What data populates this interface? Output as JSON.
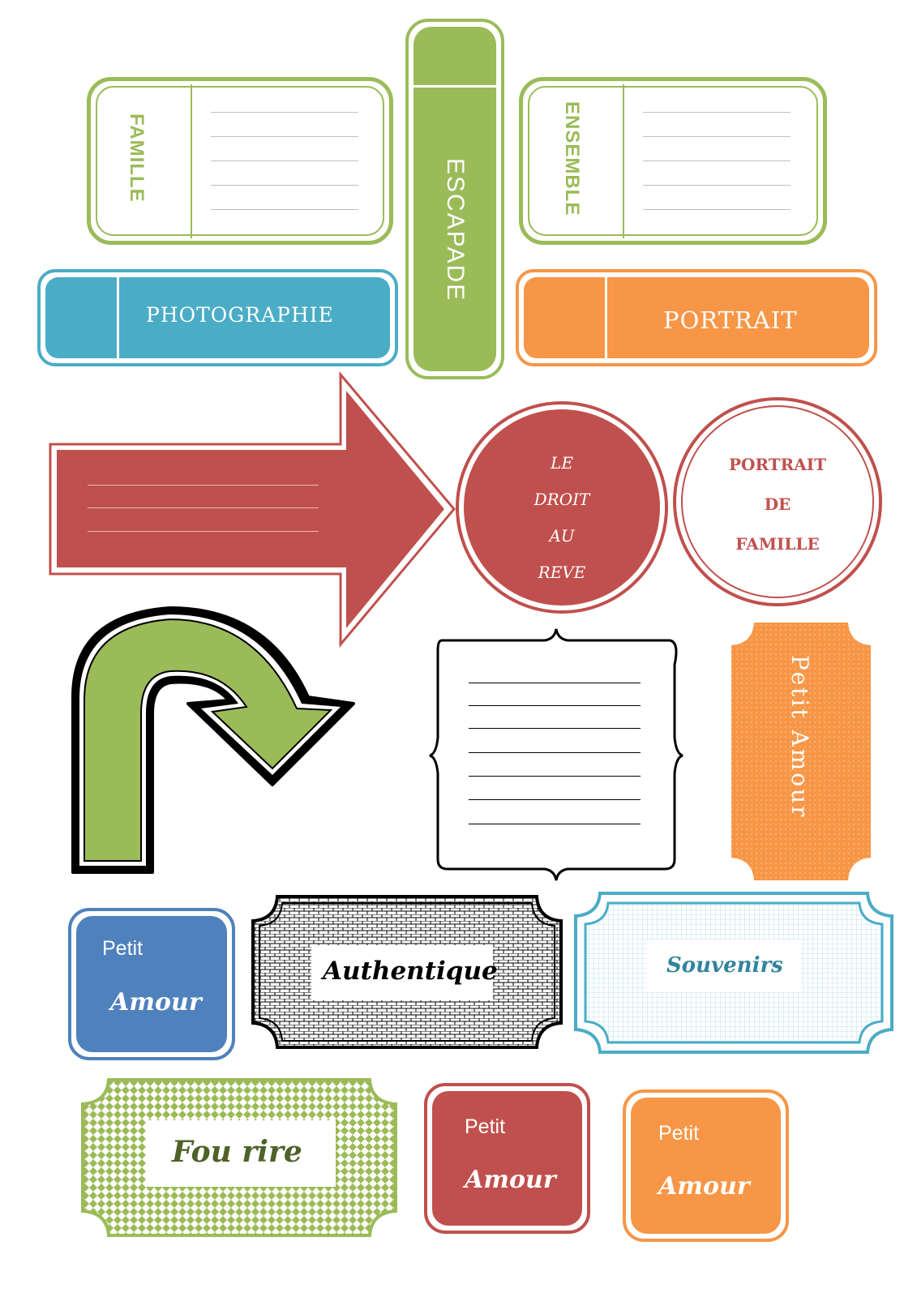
{
  "labels": {
    "famille_tag": "FAMILLE",
    "escapade_tag": "ESCAPADE",
    "ensemble_tag": "ENSEMBLE",
    "photographie_tag": "PHOTOGRAPHIE",
    "portrait_tag": "PORTRAIT",
    "reve_circle": [
      "LE",
      "DROIT",
      "AU",
      "REVE"
    ],
    "portrait_famille_circle": [
      "PORTRAIT",
      "DE",
      "FAMILLE"
    ],
    "petit_amour_vertical": "Petit Amour",
    "blue_small_line1": "Petit",
    "blue_small_line2": "Amour",
    "authentique": "Authentique",
    "souvenirs": "Souvenirs",
    "fou_rire": "Fou rire",
    "red_small_line1": "Petit",
    "red_small_line2": "Amour",
    "orange_small_line1": "Petit",
    "orange_small_line2": "Amour"
  },
  "colors": {
    "green": "#9bbb59",
    "blue": "#4bacc6",
    "orange": "#f79646",
    "red": "#c0504d",
    "steel_blue": "#4f81bd",
    "dark_red_text": "#c0504d",
    "black": "#000000"
  },
  "icons": {
    "big_arrow": "right-arrow-shape",
    "curved_arrow": "u-turn-arrow-shape",
    "bracket_frame": "bracket-frame-shape"
  }
}
